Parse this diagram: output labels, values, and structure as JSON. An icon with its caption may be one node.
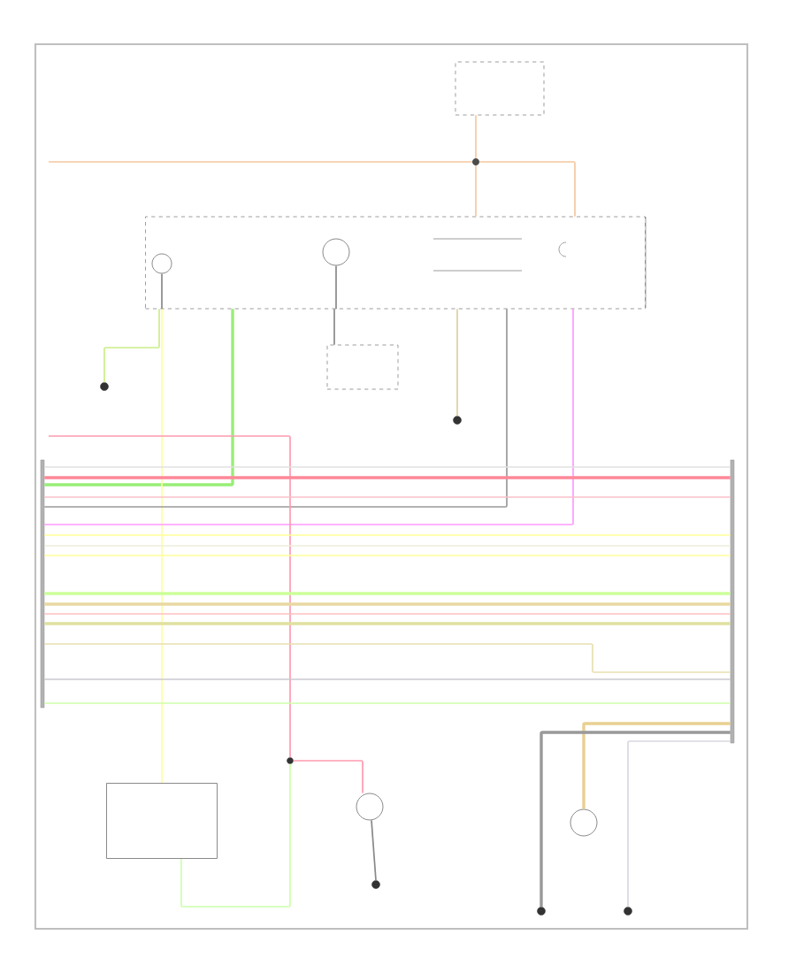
{
  "diagram": {
    "nodes": [
      {
        "text": [],
        "shape": "box"
      },
      {
        "text": [],
        "shape": "box"
      },
      {
        "text": [],
        "shape": "circle",
        "in": 1
      },
      {
        "text": [],
        "shape": "circle",
        "in": 1
      },
      {
        "text": [],
        "shape": "box"
      },
      {
        "text": [],
        "shape": "circle"
      },
      {
        "text": [],
        "shape": "circle"
      },
      {
        "text": [],
        "shape": "bar"
      },
      {
        "text": [],
        "shape": "bar"
      },
      {
        "text": [],
        "shape": "box"
      },
      {
        "text": [],
        "shape": "circle"
      },
      {
        "text": [],
        "shape": "circle"
      },
      {
        "text": [],
        "shape": "circle"
      },
      {
        "text": [],
        "shape": "circle"
      },
      {
        "text": [],
        "shape": "circle"
      },
      {
        "text": [],
        "shape": "circle"
      }
    ],
    "edges": [
      {
        "from": 0,
        "to": 1,
        "arrow": "none",
        "color": "#f5c8a0"
      },
      {
        "from": null,
        "to": 1,
        "arrow": "none",
        "color": "#f5c8a0"
      },
      {
        "from": 1,
        "to": 7,
        "arrow": "none",
        "color": "#99ee77",
        "style": "thick"
      },
      {
        "from": 1,
        "to": 9,
        "arrow": "none",
        "color": "#ffff99"
      },
      {
        "from": 1,
        "to": 5,
        "arrow": "none",
        "color": "#ccee88"
      },
      {
        "from": 1,
        "to": 7,
        "arrow": "none",
        "color": "#999999"
      },
      {
        "from": 1,
        "to": 7,
        "arrow": "none",
        "color": "#ff99ff"
      },
      {
        "from": 1,
        "to": 6,
        "arrow": "none",
        "color": "#e0d0a0"
      },
      {
        "from": 2,
        "to": 1,
        "arrow": "none",
        "color": "#888888"
      },
      {
        "from": 3,
        "to": 1,
        "arrow": "none",
        "color": "#888888"
      },
      {
        "from": 1,
        "to": 4,
        "arrow": "none",
        "color": "#888888"
      },
      {
        "from": null,
        "to": 10,
        "arrow": "none",
        "color": "#ff9ab0"
      },
      {
        "from": 10,
        "to": 11,
        "arrow": "none",
        "color": "#ff9ab0"
      },
      {
        "from": 10,
        "to": 9,
        "arrow": "none",
        "color": "#ccffaa"
      },
      {
        "from": 11,
        "to": 12,
        "arrow": "none",
        "color": "#888888"
      },
      {
        "from": 8,
        "to": 13,
        "arrow": "none",
        "color": "#e8d090",
        "style": "thick"
      },
      {
        "from": 8,
        "to": 14,
        "arrow": "none",
        "color": "#999999",
        "style": "thick"
      },
      {
        "from": 8,
        "to": 15,
        "arrow": "none",
        "color": "#d8d8e0"
      },
      {
        "from": 7,
        "to": 8,
        "arrow": "none",
        "color": "#e0e0e0"
      },
      {
        "from": 7,
        "to": 8,
        "arrow": "none",
        "color": "#ff8899",
        "style": "thick"
      },
      {
        "from": 7,
        "to": 8,
        "arrow": "none",
        "color": "#f8c0c8"
      },
      {
        "from": 7,
        "to": 8,
        "arrow": "none",
        "color": "#ffff99"
      },
      {
        "from": 7,
        "to": 8,
        "arrow": "none",
        "color": "#eeeedd"
      },
      {
        "from": 7,
        "to": 8,
        "arrow": "none",
        "color": "#ffff99"
      },
      {
        "from": 7,
        "to": 8,
        "arrow": "none",
        "color": "#ccff99",
        "style": "thick"
      },
      {
        "from": 7,
        "to": 8,
        "arrow": "none",
        "color": "#e8d8a0",
        "style": "thick"
      },
      {
        "from": 7,
        "to": 8,
        "arrow": "none",
        "color": "#ffc0c0"
      },
      {
        "from": 7,
        "to": 8,
        "arrow": "none",
        "color": "#e0e0a0",
        "style": "thick"
      },
      {
        "from": 7,
        "to": 8,
        "arrow": "none",
        "color": "#e8e0b0"
      },
      {
        "from": 7,
        "to": 8,
        "arrow": "none",
        "color": "#c8c8d0"
      },
      {
        "from": 7,
        "to": 8,
        "arrow": "none",
        "color": "#ccffaa"
      }
    ]
  }
}
